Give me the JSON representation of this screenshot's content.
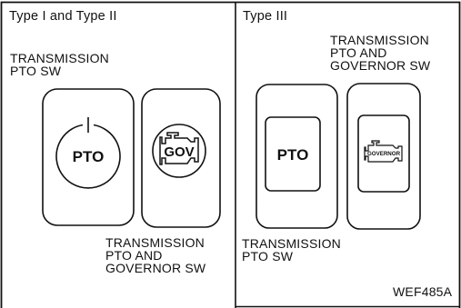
{
  "panel_left": {
    "title": "Type I and Type II",
    "label_top": [
      "TRANSMISSION",
      "PTO SW"
    ],
    "label_bottom": [
      "TRANSMISSION",
      "PTO AND",
      "GOVERNOR SW"
    ],
    "switch_pto_text": "PTO",
    "switch_gov_text": "GOV"
  },
  "panel_right": {
    "title": "Type III",
    "label_top": [
      "TRANSMISSION",
      "PTO AND",
      "GOVERNOR SW"
    ],
    "label_bottom": [
      "TRANSMISSION",
      "PTO SW"
    ],
    "switch_pto_text": "PTO",
    "switch_gov_text": "GOVERNOR"
  },
  "figure_code": "WEF485A"
}
